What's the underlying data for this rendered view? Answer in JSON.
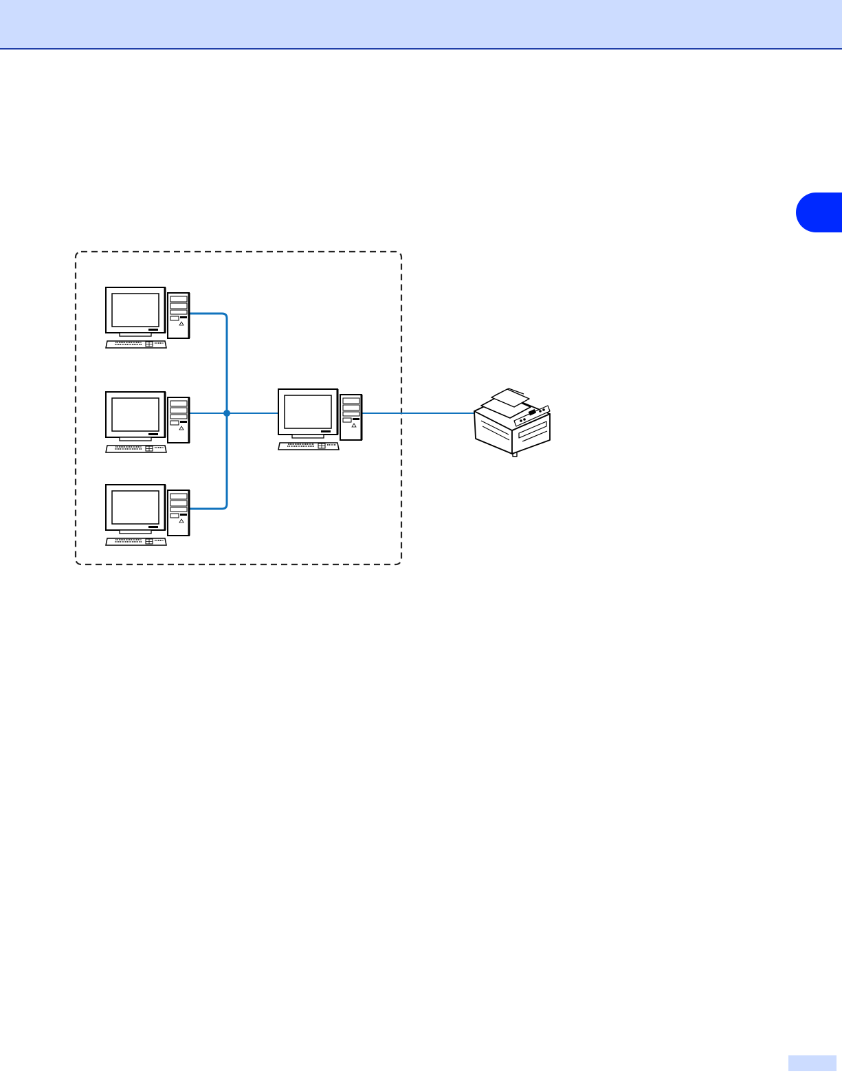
{
  "header": {
    "color": "#ccdcff",
    "rule_color": "#1f3fa8"
  },
  "chapter_tab": {
    "color": "#0029ff",
    "label": ""
  },
  "page_number": {
    "text": ""
  },
  "diagram": {
    "type": "network-topology",
    "line_color": "#1173bd",
    "boundary_style": "dashed",
    "client_computers": [
      {
        "id": "client-1",
        "icon": "desktop-computer-icon"
      },
      {
        "id": "client-2",
        "icon": "desktop-computer-icon"
      },
      {
        "id": "client-3",
        "icon": "desktop-computer-icon"
      }
    ],
    "server_computer": {
      "id": "host",
      "icon": "desktop-computer-icon"
    },
    "device": {
      "id": "machine",
      "icon": "multifunction-printer-icon"
    }
  }
}
